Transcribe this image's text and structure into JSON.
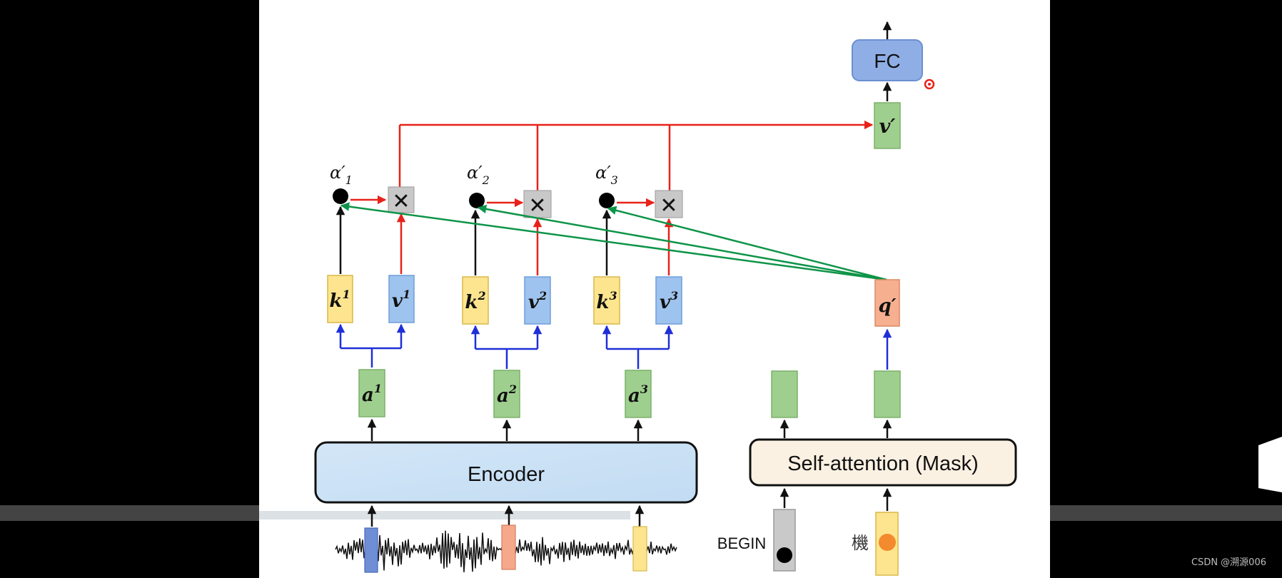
{
  "diagram": {
    "fc_label": "FC",
    "v_prime": "v′",
    "q_prime": "q′",
    "alphas": [
      {
        "sym": "α′",
        "sub": "1"
      },
      {
        "sym": "α′",
        "sub": "2"
      },
      {
        "sym": "α′",
        "sub": "3"
      }
    ],
    "multiply_symbol": "✕",
    "keys": [
      {
        "base": "k",
        "sup": "1"
      },
      {
        "base": "k",
        "sup": "2"
      },
      {
        "base": "k",
        "sup": "3"
      }
    ],
    "values": [
      {
        "base": "v",
        "sup": "1"
      },
      {
        "base": "v",
        "sup": "2"
      },
      {
        "base": "v",
        "sup": "3"
      }
    ],
    "encoder_outputs": [
      {
        "base": "a",
        "sup": "1"
      },
      {
        "base": "a",
        "sup": "2"
      },
      {
        "base": "a",
        "sup": "3"
      }
    ],
    "encoder_label": "Encoder",
    "self_attention_label": "Self-attention (Mask)",
    "begin_label": "BEGIN",
    "input_char": "機",
    "colors": {
      "red": "#e8221a",
      "green": "#0d9448",
      "blue": "#1e2fd8",
      "key_fill": "#fde58f",
      "value_fill": "#9ec3ee",
      "green_fill": "#9fcf8e",
      "q_fill": "#f6b090",
      "fc_fill": "#8faee6"
    }
  },
  "watermark": "CSDN @溯源006"
}
